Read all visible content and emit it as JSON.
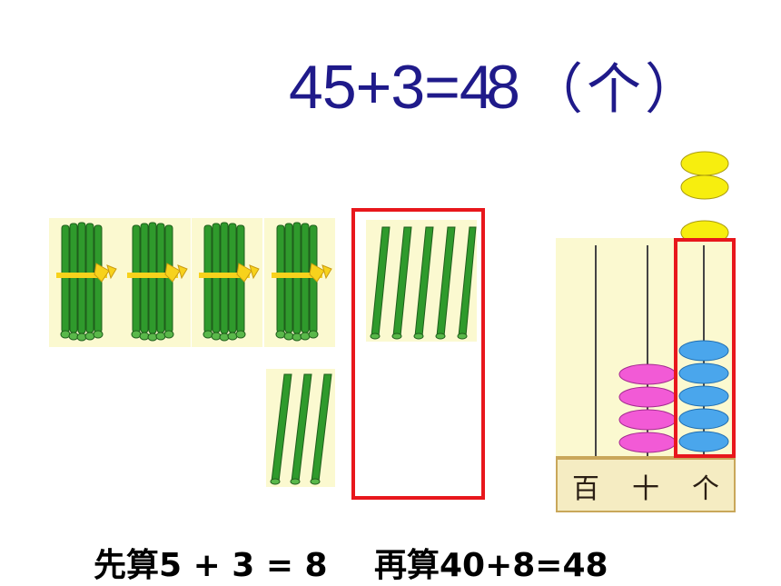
{
  "equation": {
    "left": "45+3",
    "overlap_chars": "=4",
    "right": "8",
    "unit": "（个）"
  },
  "sticks": {
    "bundles": 4,
    "loose_in_frame": 5,
    "loose_below": 3
  },
  "abacus": {
    "labels": [
      "百",
      "十",
      "个"
    ],
    "tens_beads": 4,
    "ones_beads": 5,
    "extra_beads": 3
  },
  "colors": {
    "stick": "#2f9a2c",
    "ribbon": "#f7d21c",
    "frame": "#e8171c",
    "tens_bead": "#f25ad6",
    "ones_bead": "#4aa6ec",
    "extra_bead": "#f7ee0e",
    "equation": "#1f1a8a"
  },
  "caption": {
    "first": "先算5 + 3 = 8",
    "second": "再算40+8=48"
  }
}
